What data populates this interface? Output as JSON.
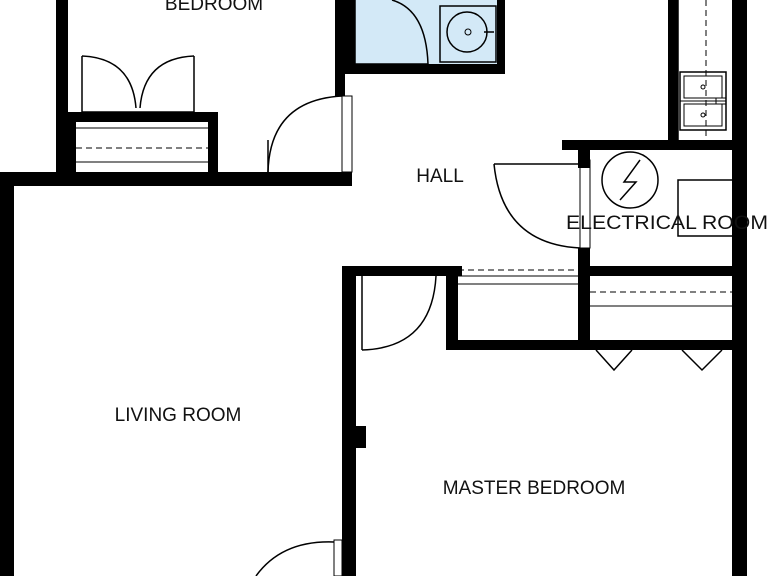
{
  "labels": {
    "bedroom": "BEDROOM",
    "hall": "HALL",
    "electrical_room": "ELECTRICAL ROOM",
    "living_room": "LIVING ROOM",
    "master_bedroom": "MASTER BEDROOM"
  },
  "colors": {
    "wall": "#000000",
    "bathroom_floor": "#d3e9f7",
    "background": "#ffffff"
  },
  "icons": {
    "electrical_panel": "electrical-symbol-icon"
  }
}
